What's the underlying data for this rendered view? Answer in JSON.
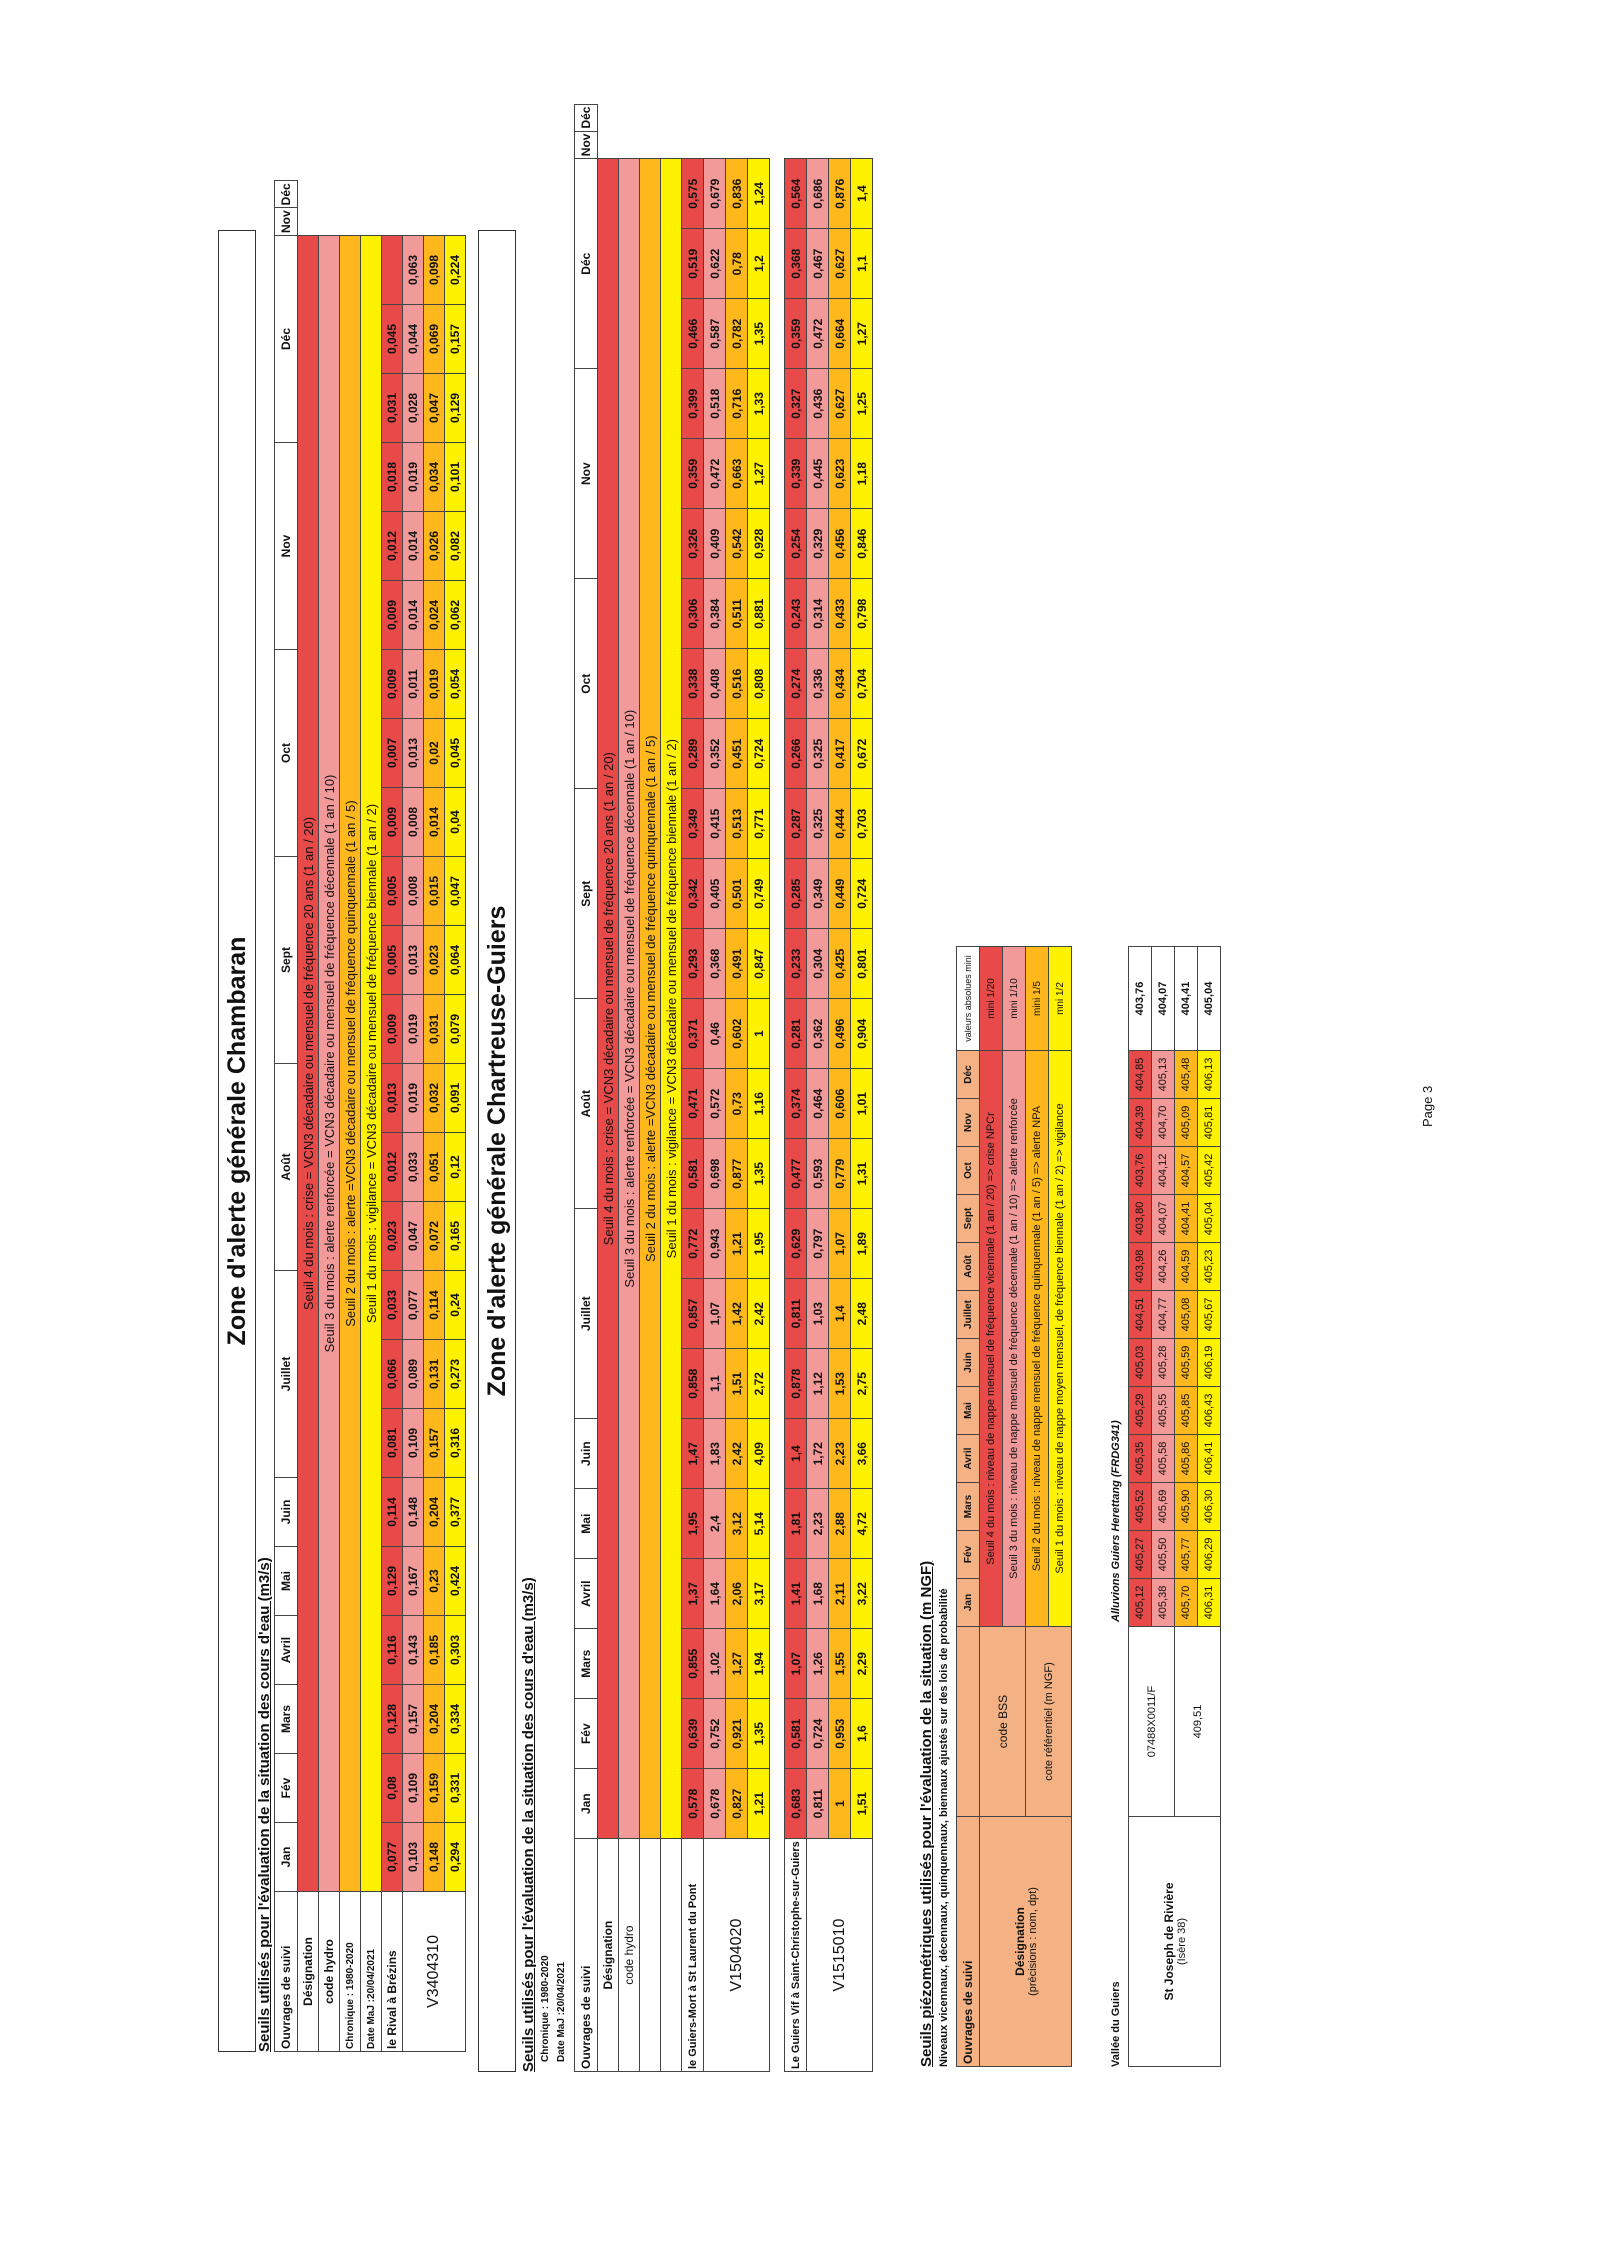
{
  "page_label": "Page 3",
  "months": [
    "Jan",
    "Fév",
    "Mars",
    "Avril",
    "Mai",
    "Juin",
    "Juillet",
    "Août",
    "Sept",
    "Oct",
    "Nov",
    "Déc"
  ],
  "colors": {
    "seuil4": "#e84a4a",
    "seuil3": "#f29a9a",
    "seuil2": "#ffb81c",
    "seuil1": "#fff200"
  },
  "chambaran": {
    "zone_title": "Zone d'alerte générale Chambaran",
    "section_title": "Seuils utilisés pour l'évaluation de la situation des cours d'eau (m3/s)",
    "h_ouvrages": "Ouvrages de suivi",
    "h_designation": "Désignation",
    "h_code": "code hydro",
    "chronique": "Chronique : 1980-2020",
    "date_maj": "Date MaJ :20/04/2021",
    "station_name": "le Rival à Brézins",
    "station_code": "V3404310",
    "seuils": [
      "Seuil 4 du mois : crise = VCN3 décadaire ou mensuel de fréquence 20 ans (1 an / 20)",
      "Seuil 3 du mois : alerte renforcée = VCN3 décadaire ou mensuel de fréquence décennale (1 an / 10)",
      "Seuil 2 du mois : alerte =VCN3 décadaire ou mensuel de fréquence quinquennale (1 an / 5)",
      "Seuil 1 du mois : vigilance = VCN3 décadaire ou mensuel de fréquence biennale (1 an / 2)"
    ],
    "rows": [
      [
        "0,077",
        "0,08",
        "0,128",
        "0,116",
        "0,129",
        "0,114",
        "0,081",
        "0,066",
        "0,033",
        "0,023",
        "0,012",
        "0,013",
        "0,009",
        "0,005",
        "0,005",
        "0,009",
        "0,007",
        "0,009",
        "0,009",
        "0,012",
        "0,018",
        "0,031",
        "0,045"
      ],
      [
        "0,103",
        "0,109",
        "0,157",
        "0,143",
        "0,167",
        "0,148",
        "0,109",
        "0,089",
        "0,077",
        "0,047",
        "0,033",
        "0,019",
        "0,019",
        "0,013",
        "0,008",
        "0,008",
        "0,013",
        "0,011",
        "0,014",
        "0,014",
        "0,019",
        "0,028",
        "0,044",
        "0,063"
      ],
      [
        "0,148",
        "0,159",
        "0,204",
        "0,185",
        "0,23",
        "0,204",
        "0,157",
        "0,131",
        "0,114",
        "0,072",
        "0,051",
        "0,032",
        "0,031",
        "0,023",
        "0,015",
        "0,014",
        "0,02",
        "0,019",
        "0,024",
        "0,026",
        "0,034",
        "0,047",
        "0,069",
        "0,098"
      ],
      [
        "0,294",
        "0,331",
        "0,334",
        "0,303",
        "0,424",
        "0,377",
        "0,316",
        "0,273",
        "0,24",
        "0,165",
        "0,12",
        "0,091",
        "0,079",
        "0,064",
        "0,047",
        "0,04",
        "0,045",
        "0,054",
        "0,062",
        "0,082",
        "0,101",
        "0,129",
        "0,157",
        "0,224"
      ]
    ]
  },
  "chartreuse": {
    "zone_title": "Zone d'alerte générale Chartreuse-Guiers",
    "section_title": "Seuils utilisés pour l'évaluation de la situation des cours d'eau (m3/s)",
    "chronique": "Chronique : 1980-2020",
    "date_maj": "Date MaJ :20/04/2021",
    "h_ouvrages": "Ouvrages de suivi",
    "h_designation": "Désignation",
    "h_code": "code hydro",
    "seuils": [
      "Seuil 4 du mois : crise = VCN3 décadaire ou mensuel de fréquence 20 ans (1 an / 20)",
      "Seuil 3 du mois : alerte renforcée = VCN3 décadaire ou mensuel de fréquence décennale (1 an / 10)",
      "Seuil 2 du mois : alerte =VCN3 décadaire ou mensuel de fréquence quinquennale (1 an / 5)",
      "Seuil 1 du mois : vigilance = VCN3 décadaire ou mensuel de fréquence biennale (1 an / 2)"
    ],
    "stations": [
      {
        "name": "le Guiers-Mort à St Laurent du Pont",
        "code": "V1504020",
        "rows": [
          [
            "0,578",
            "0,639",
            "0,855",
            "1,37",
            "1,95",
            "1,47",
            "0,858",
            "0,857",
            "0,772",
            "0,581",
            "0,471",
            "0,371",
            "0,293",
            "0,342",
            "0,349",
            "0,289",
            "0,338",
            "0,306",
            "0,326",
            "0,359",
            "0,399",
            "0,466",
            "0,519",
            "0,575"
          ],
          [
            "0,678",
            "0,752",
            "1,02",
            "1,64",
            "2,4",
            "1,83",
            "1,1",
            "1,07",
            "0,943",
            "0,698",
            "0,572",
            "0,46",
            "0,368",
            "0,405",
            "0,415",
            "0,352",
            "0,408",
            "0,384",
            "0,409",
            "0,472",
            "0,518",
            "0,587",
            "0,622",
            "0,679"
          ],
          [
            "0,827",
            "0,921",
            "1,27",
            "2,06",
            "3,12",
            "2,42",
            "1,51",
            "1,42",
            "1,21",
            "0,877",
            "0,73",
            "0,602",
            "0,491",
            "0,501",
            "0,513",
            "0,451",
            "0,516",
            "0,511",
            "0,542",
            "0,663",
            "0,716",
            "0,782",
            "0,78",
            "0,836"
          ],
          [
            "1,21",
            "1,35",
            "1,94",
            "3,17",
            "5,14",
            "4,09",
            "2,72",
            "2,42",
            "1,95",
            "1,35",
            "1,16",
            "1",
            "0,847",
            "0,749",
            "0,771",
            "0,724",
            "0,808",
            "0,881",
            "0,928",
            "1,27",
            "1,33",
            "1,35",
            "1,2",
            "1,24"
          ]
        ]
      },
      {
        "name": "Le Guiers Vif à Saint-Christophe-sur-Guiers",
        "code": "V1515010",
        "rows": [
          [
            "0,683",
            "0,581",
            "1,07",
            "1,41",
            "1,81",
            "1,4",
            "0,878",
            "0,811",
            "0,629",
            "0,477",
            "0,374",
            "0,281",
            "0,233",
            "0,285",
            "0,287",
            "0,266",
            "0,274",
            "0,243",
            "0,254",
            "0,339",
            "0,327",
            "0,359",
            "0,368",
            "0,564"
          ],
          [
            "0,811",
            "0,724",
            "1,26",
            "1,68",
            "2,23",
            "1,72",
            "1,12",
            "1,03",
            "0,797",
            "0,593",
            "0,464",
            "0,362",
            "0,304",
            "0,349",
            "0,325",
            "0,325",
            "0,336",
            "0,314",
            "0,329",
            "0,445",
            "0,436",
            "0,472",
            "0,467",
            "0,686"
          ],
          [
            "1",
            "0,953",
            "1,55",
            "2,11",
            "2,88",
            "2,23",
            "1,53",
            "1,4",
            "1,07",
            "0,779",
            "0,606",
            "0,496",
            "0,425",
            "0,449",
            "0,444",
            "0,417",
            "0,434",
            "0,433",
            "0,456",
            "0,623",
            "0,627",
            "0,664",
            "0,627",
            "0,876"
          ],
          [
            "1,51",
            "1,6",
            "2,29",
            "3,22",
            "4,72",
            "3,66",
            "2,75",
            "2,48",
            "1,89",
            "1,31",
            "1,01",
            "0,904",
            "0,801",
            "0,724",
            "0,703",
            "0,672",
            "0,704",
            "0,798",
            "0,846",
            "1,18",
            "1,25",
            "1,27",
            "1,1",
            "1,4"
          ]
        ]
      }
    ]
  },
  "piezo": {
    "title": "Seuils piézométriques utilisés pour l'évaluation de la situation (m NGF)",
    "subtitle": "Niveaux vicennaux, décennaux, quinquennaux, biennaux ajustés sur des lois de probabilité",
    "h_ouvrages": "Ouvrages de suivi",
    "h_designation": "Désignation",
    "h_designation_sub": "(précisions : nom, dpt)",
    "h_code_bss": "code BSS",
    "h_cote": "cote référentiel (m NGF)",
    "h_valeurs": "valeurs absolues mini",
    "seuils": [
      "Seuil 4 du mois : niveau de nappe mensuel de fréquence vicennale (1 an / 20) => crise NPCr",
      "Seuil 3 du mois : niveau de nappe mensuel de fréquence décennale (1 an / 10) => alerte renforcée",
      "Seuil 2 du mois : niveau de nappe mensuel de fréquence quinquennale (1 an / 5) => alerte NPA",
      "Seuil 1 du mois : niveau de nappe moyen mensuel, de fréquence biennale (1 an / 2) => vigilance"
    ],
    "mini_labels": [
      "mini 1/20",
      "mini 1/10",
      "mini 1/5",
      "mni 1/2"
    ],
    "vallee": "Vallée du Guiers",
    "aquifer": "Alluvions Guiers Herettang (FRDG341)",
    "station_name": "St Joseph de Rivière",
    "station_dpt": "(Isère 38)",
    "bss": "07488X0011/F",
    "cote": "409,51",
    "rows": [
      [
        "405,12",
        "405,27",
        "405,52",
        "405,35",
        "405,29",
        "405,03",
        "404,51",
        "403,98",
        "403,80",
        "403,76",
        "404,39",
        "404,85",
        "403,76"
      ],
      [
        "405,38",
        "405,50",
        "405,69",
        "405,58",
        "405,55",
        "405,28",
        "404,77",
        "404,26",
        "404,07",
        "404,12",
        "404,70",
        "405,13",
        "404,07"
      ],
      [
        "405,70",
        "405,77",
        "405,90",
        "405,86",
        "405,85",
        "405,59",
        "405,08",
        "404,59",
        "404,41",
        "404,57",
        "405,09",
        "405,48",
        "404,41"
      ],
      [
        "406,31",
        "406,29",
        "406,30",
        "406,41",
        "406,43",
        "406,19",
        "405,67",
        "405,23",
        "405,04",
        "405,42",
        "405,81",
        "406,13",
        "405,04"
      ]
    ]
  }
}
